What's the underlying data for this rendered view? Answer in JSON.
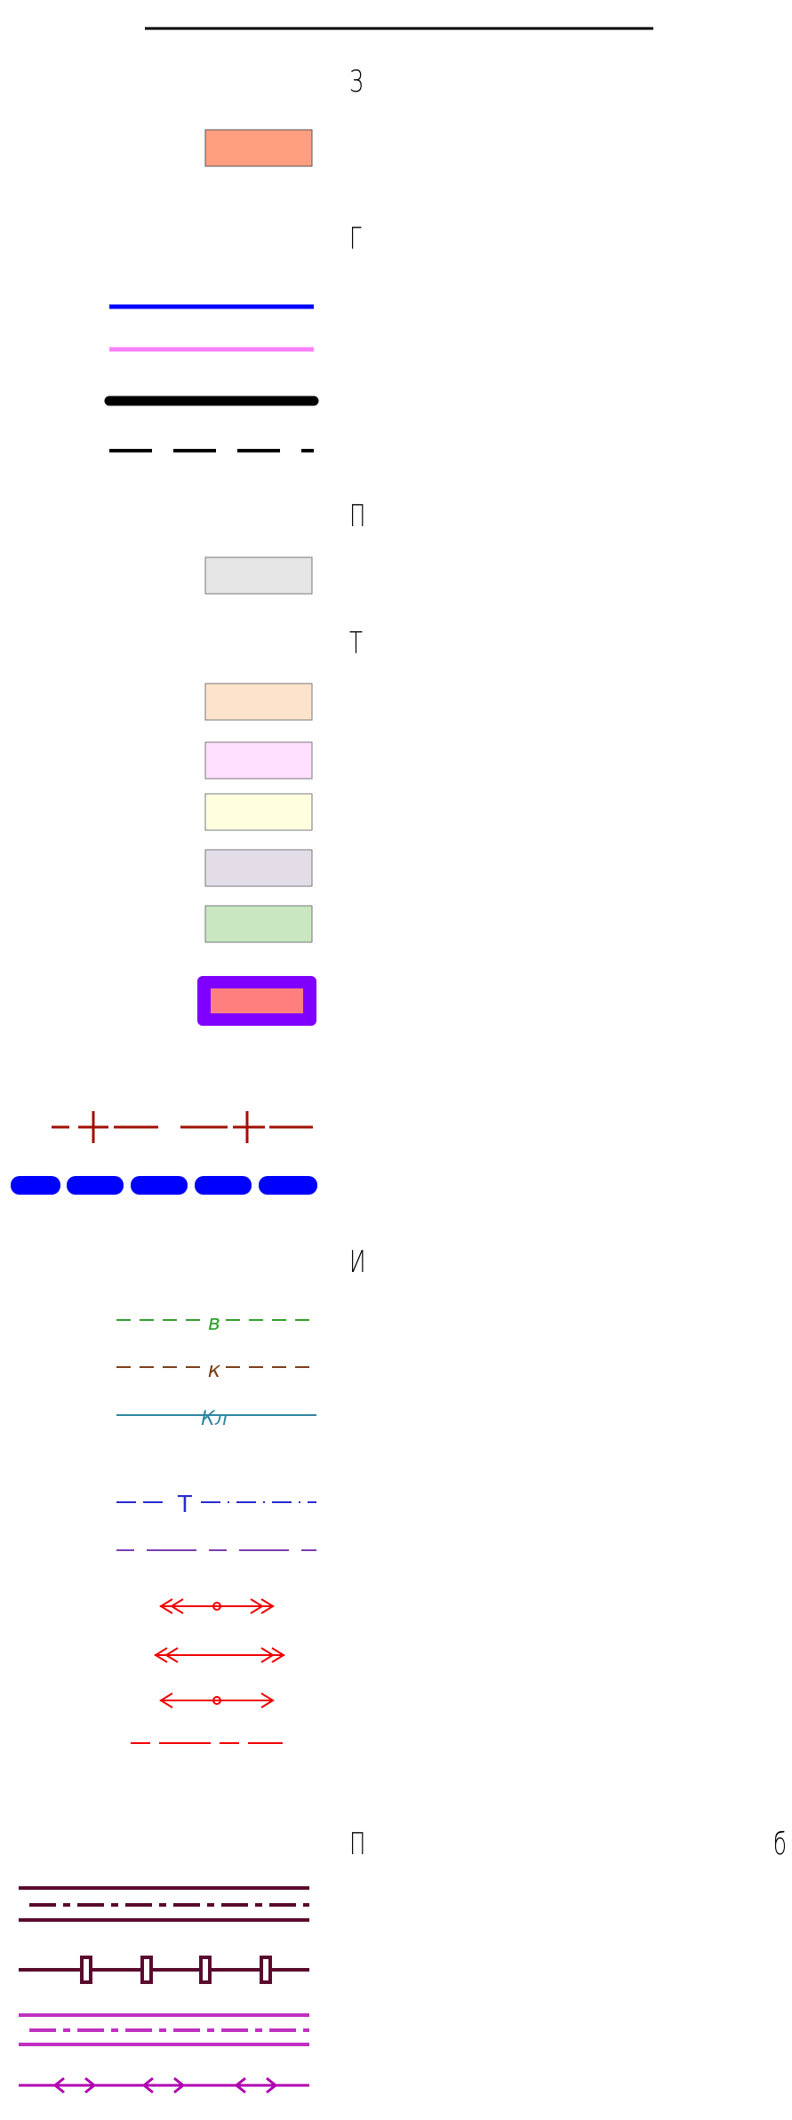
{
  "headings": {
    "h1": "З",
    "h2": "Г",
    "h3": "П",
    "h4": "Т",
    "h5": "И",
    "h6": "П",
    "h6_right": "б"
  },
  "line_labels": {
    "water": "в",
    "sewer": "к",
    "storm": "Кл",
    "heat": "Т"
  },
  "colors": {
    "top_rule": "#000000",
    "swatch_zone": "#ff9f80",
    "line_blue": "#0000ff",
    "line_pink": "#ff80ff",
    "line_black": "#000000",
    "swatch_grey": "#e6e6e6",
    "swatch_peach": "#fde3cc",
    "swatch_pink": "#ffe0ff",
    "swatch_yellow": "#ffffe0",
    "swatch_lavender": "#e3dde8",
    "swatch_green": "#c9e8c1",
    "framed_outer": "#8000ff",
    "framed_inner": "#ff7f7f",
    "rail_red": "#a01000",
    "dashed_blue": "#0000ff",
    "water_green": "#33a02c",
    "sewer_brown": "#7b3f1a",
    "storm_teal": "#2e86a0",
    "heat_blue": "#2a2ad0",
    "purple_dash": "#7a3fb0",
    "arrow_red": "#f00000",
    "road_dark": "#5a0a2e",
    "road_magenta": "#c030c0",
    "arrow_magenta": "#b000b0"
  }
}
